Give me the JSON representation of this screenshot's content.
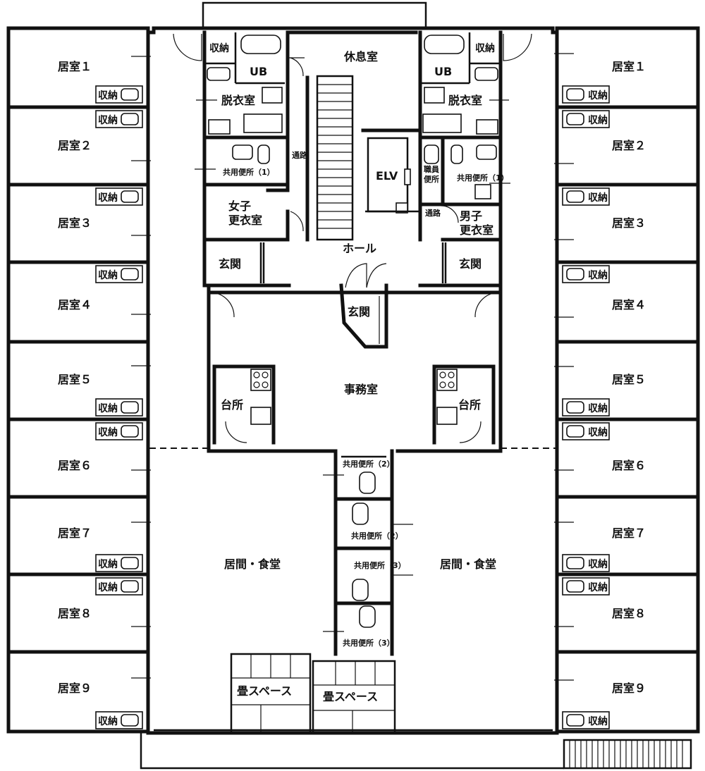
{
  "labels": {
    "room1": "居室１",
    "room2": "居室２",
    "room3": "居室３",
    "room4": "居室４",
    "room5": "居室５",
    "room6": "居室６",
    "room7": "居室７",
    "room8": "居室８",
    "room9": "居室９",
    "storage": "収納",
    "unit_bath": "UB",
    "changing_room": "脱衣室",
    "shared_toilet_1": "共用便所（1）",
    "shared_toilet_2": "共用便所（2）",
    "shared_toilet_3": "共用便所（3）",
    "corridor": "通路",
    "womens_locker_line1": "女子",
    "womens_locker_line2": "更衣室",
    "mens_locker_line1": "男子",
    "mens_locker_line2": "更衣室",
    "entrance": "玄関",
    "lounge": "休息室",
    "elevator": "ELV",
    "staff_toilet_line1": "職員",
    "staff_toilet_line2": "便所",
    "hall": "ホール",
    "office": "事務室",
    "kitchen": "台所",
    "living_dining": "居間・食堂",
    "tatami_space": "畳スペース"
  }
}
